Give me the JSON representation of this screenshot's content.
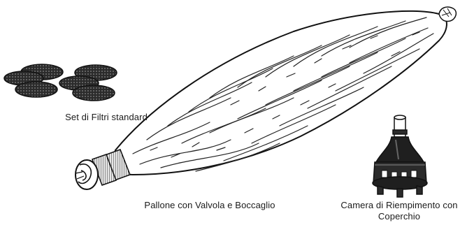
{
  "captions": {
    "filters": "Set di Filtri standard",
    "balloon": "Pallone con Valvola e Boccaglio",
    "chamber": "Camera di Riempimento con Coperchio"
  },
  "icons": {
    "filters": "mesh-filter-discs-icon",
    "balloon": "mesh-balloon-with-valve-icon",
    "chamber": "filling-chamber-with-lid-icon"
  },
  "colors": {
    "line": "#1a1a1a",
    "fill_dark": "#2b2b2b",
    "background": "#ffffff"
  }
}
